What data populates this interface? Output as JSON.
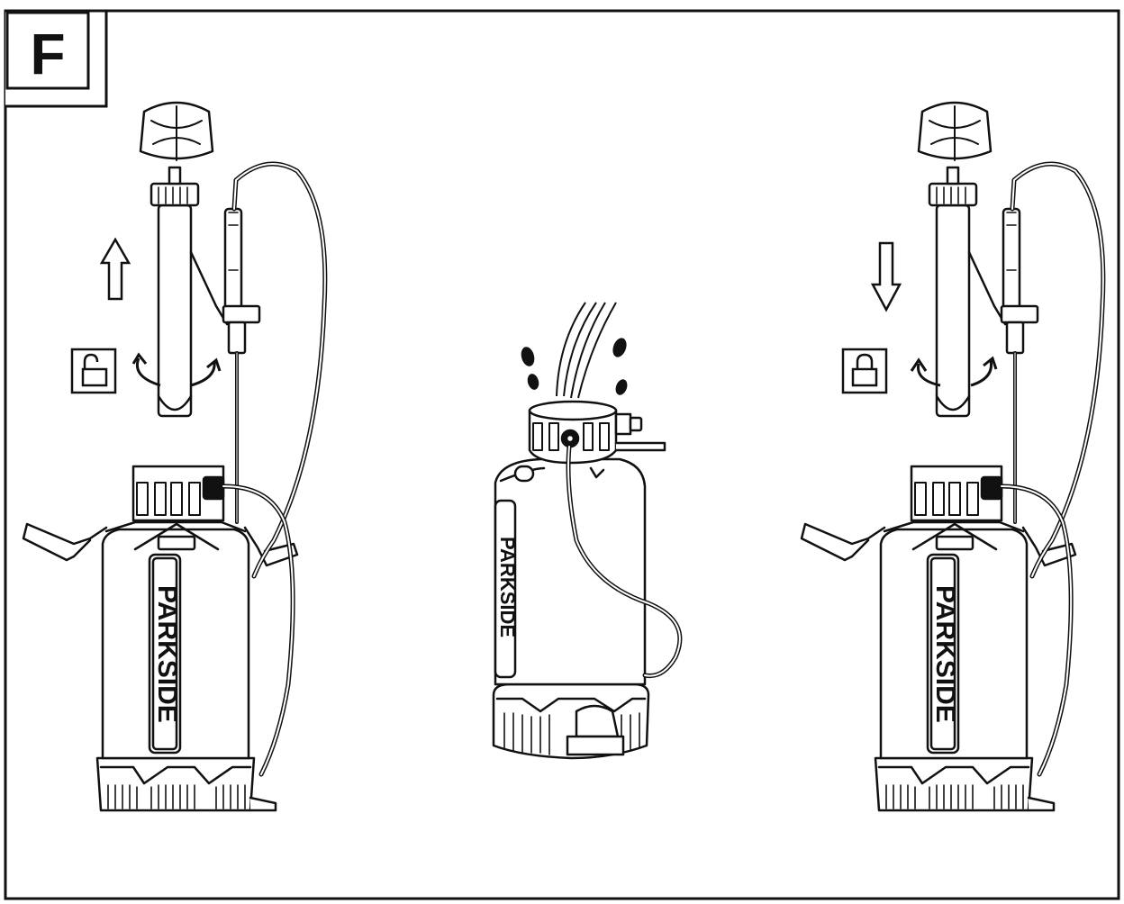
{
  "figure": {
    "label": "F",
    "stroke_color": "#111111",
    "fill_color": "#ffffff"
  },
  "panels": [
    {
      "brand": "PARKSIDE",
      "direction": "up",
      "arrow_icon": "arrow-up-icon",
      "lock_icon": "unlock-icon",
      "rotate_icon": "rotate-arrows-icon"
    },
    {
      "brand": "PARKSIDE",
      "state": "filling",
      "pour_icon": "water-pour-icon"
    },
    {
      "brand": "PARKSIDE",
      "direction": "down",
      "arrow_icon": "arrow-down-icon",
      "lock_icon": "lock-icon",
      "rotate_icon": "rotate-arrows-icon"
    }
  ]
}
